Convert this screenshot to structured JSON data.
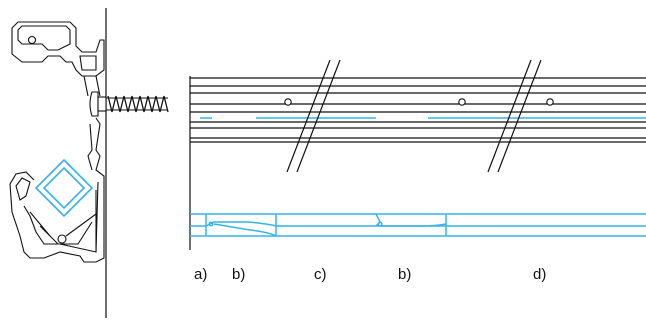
{
  "labels": {
    "a": "a)",
    "b1": "b)",
    "c": "c)",
    "b2": "b)",
    "d": "d)"
  },
  "colors": {
    "line": "#111111",
    "accent": "#36b4e6"
  }
}
